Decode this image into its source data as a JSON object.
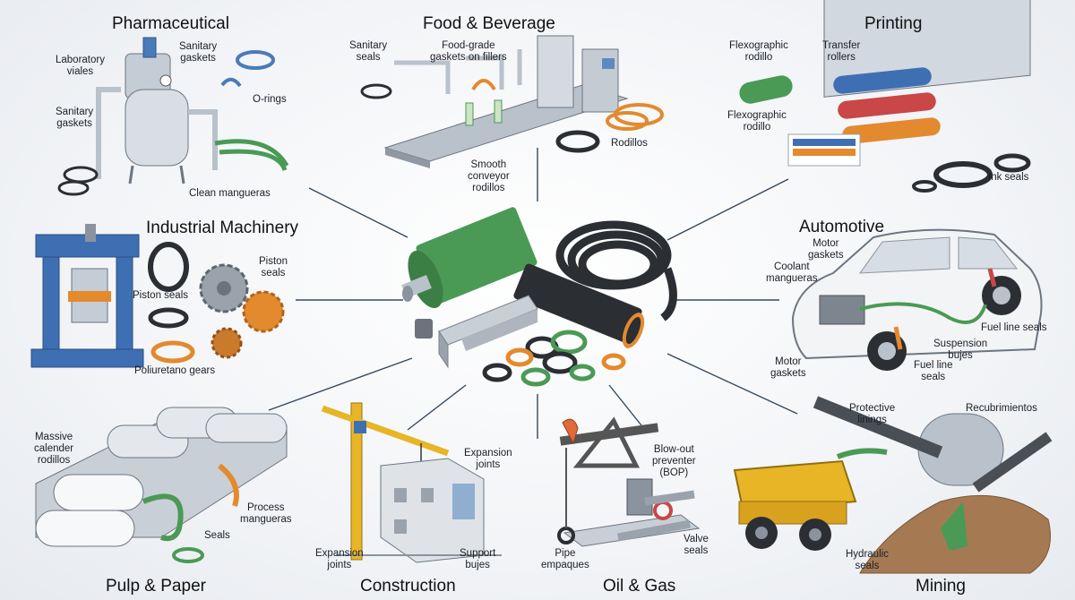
{
  "sectors": {
    "pharmaceutical": {
      "title": "Pharmaceutical",
      "labels": {
        "lab_viales": "Laboratory\nviales",
        "sanitary_gaskets_top": "Sanitary\ngaskets",
        "sanitary_gaskets_left": "Sanitary\ngaskets",
        "o_rings": "O-rings",
        "clean_mangueras": "Clean mangueras"
      }
    },
    "food_beverage": {
      "title": "Food & Beverage",
      "labels": {
        "sanitary_seals": "Sanitary\nseals",
        "food_grade_gaskets": "Food-grade\ngaskets on fillers",
        "rodillos": "Rodillos",
        "smooth_conveyor": "Smooth\nconveyor\nrodillos"
      }
    },
    "printing": {
      "title": "Printing",
      "labels": {
        "flexographic_top": "Flexographic\nrodillo",
        "transfer_rollers": "Transfer\nrollers",
        "flexographic_bottom": "Flexographic\nrodillo",
        "ink_seals": "Ink seals"
      }
    },
    "industrial_machinery": {
      "title": "Industrial Machinery",
      "labels": {
        "piston_seals_right": "Piston\nseals",
        "piston_seals_left": "Piston seals",
        "poliuretano_gears": "Poliuretano gears"
      }
    },
    "automotive": {
      "title": "Automotive",
      "labels": {
        "motor_gaskets_top": "Motor\ngaskets",
        "coolant_mangueras": "Coolant\nmangueras",
        "fuel_line_seals_right": "Fuel line seals",
        "suspension_bujes": "Suspension\nbujes",
        "fuel_line_seals_bottom": "Fuel line\nseals",
        "motor_gaskets_bottom": "Motor\ngaskets"
      }
    },
    "pulp_paper": {
      "title": "Pulp & Paper",
      "labels": {
        "massive_calender": "Massive\ncalender\nrodillos",
        "process_mangueras": "Process\nmangueras",
        "seals": "Seals"
      }
    },
    "construction": {
      "title": "Construction",
      "labels": {
        "expansion_joints_top": "Expansion\njoints",
        "expansion_joints_bottom": "Expansion\njoints",
        "support_bujes": "Support\nbujes"
      }
    },
    "oil_gas": {
      "title": "Oil & Gas",
      "labels": {
        "bop": "Blow-out\npreventer\n(BOP)",
        "pipe_empaques": "Pipe\nempaques",
        "valve_seals": "Valve\nseals"
      }
    },
    "mining": {
      "title": "Mining",
      "labels": {
        "protective_linings": "Protective\nlinings",
        "recubrimientos": "Recubrimientos",
        "hydraulic_seals": "Hydraulic\nseals"
      }
    }
  },
  "colors": {
    "green": "#4a9a55",
    "orange": "#e38a2e",
    "steel": "#b9c1cb",
    "dark_rubber": "#2b2e33",
    "blue_frame": "#3f6fb3",
    "yellow": "#e7b526"
  }
}
